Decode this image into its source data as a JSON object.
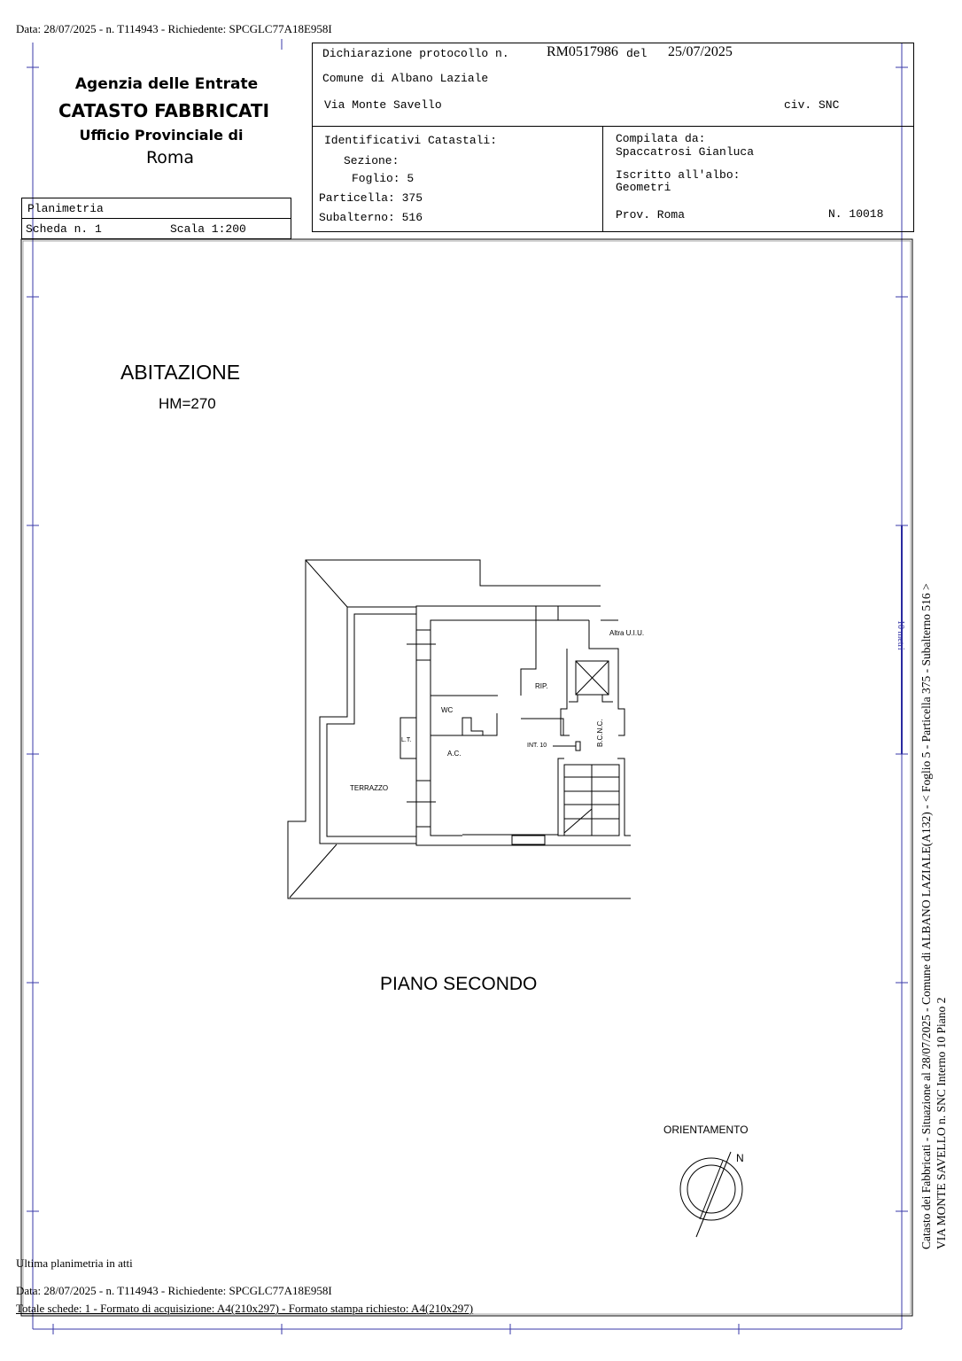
{
  "top_line": "Data: 28/07/2025 - n. T114943 - Richiedente: SPCGLC77A18E958I",
  "agency": {
    "line1": "Agenzia delle Entrate",
    "line2": "CATASTO FABBRICATI",
    "line3": "Ufficio Provinciale di",
    "line4": "Roma"
  },
  "planimetria": {
    "label": "Planimetria",
    "scheda": "Scheda n. 1",
    "scala": "Scala 1:200"
  },
  "declaration": {
    "label": "Dichiarazione protocollo n.",
    "number": "RM0517986",
    "del_label": "del",
    "date": "25/07/2025",
    "comune": "Comune di Albano Laziale",
    "via": "Via Monte Savello",
    "civ": "civ. SNC"
  },
  "identificativi": {
    "title": "Identificativi Catastali:",
    "sezione": "Sezione:",
    "foglio": "Foglio: 5",
    "particella": "Particella: 375",
    "subalterno": "Subalterno: 516"
  },
  "compilata": {
    "label": "Compilata da:",
    "name": "Spaccatrosi Gianluca",
    "iscritto": "Iscritto all'albo:",
    "albo": "Geometri",
    "prov": "Prov. Roma",
    "numero": "N. 10018"
  },
  "plan": {
    "title": "ABITAZIONE",
    "height": "HM=270",
    "floor": "PIANO SECONDO",
    "rooms": {
      "altra": "Altra U.I.U.",
      "rip": "RIP.",
      "wc": "WC",
      "lt": "L.T.",
      "ac": "A.C.",
      "int": "INT. 10",
      "bcnc": "B.C.N.C.",
      "terrazzo": "TERRAZZO"
    },
    "orientation_label": "ORIENTAMENTO",
    "north": "N",
    "scale_bar": "10 metri"
  },
  "side_text": {
    "line1": "Catasto dei Fabbricati - Situazione al 28/07/2025 - Comune di ALBANO LAZIALE(A132) - <  Foglio 5 - Particella  375 - Subalterno 516 >",
    "line2": "VIA MONTE SAVELLO n. SNC  Interno 10 Piano 2"
  },
  "footer": {
    "last": "Ultima planimetria in atti",
    "data": "Data: 28/07/2025 - n. T114943 - Richiedente: SPCGLC77A18E958I",
    "totale": "Totale schede: 1 - Formato di acquisizione: A4(210x297)  - Formato stampa richiesto: A4(210x297)"
  }
}
